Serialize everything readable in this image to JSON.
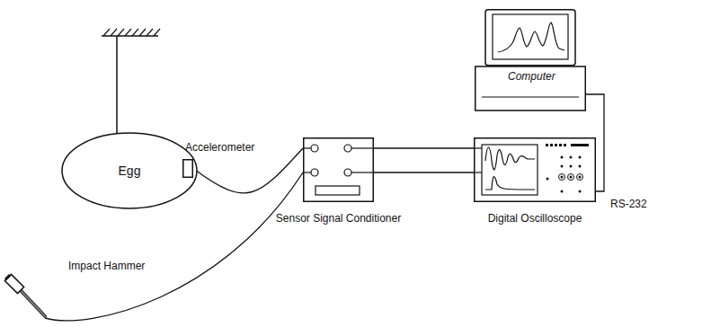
{
  "diagram": {
    "nodes": [
      {
        "text": [
          "Egg"
        ]
      },
      {
        "text": [
          "Accelerometer"
        ]
      },
      {
        "text": [
          "Impact Hammer"
        ]
      },
      {
        "text": [
          "Sensor Signal Conditioner"
        ]
      },
      {
        "text": [
          "Digital Oscilloscope"
        ]
      },
      {
        "text": [
          "Computer"
        ]
      }
    ],
    "edges": [
      {
        "from": 1,
        "to": 3,
        "arrow": "none"
      },
      {
        "from": 2,
        "to": 3,
        "arrow": "none"
      },
      {
        "from": 3,
        "to": 4,
        "arrow": "none"
      },
      {
        "from": 3,
        "to": 4,
        "arrow": "none"
      },
      {
        "from": 4,
        "to": 5,
        "label": "RS-232",
        "arrow": "none"
      }
    ]
  }
}
